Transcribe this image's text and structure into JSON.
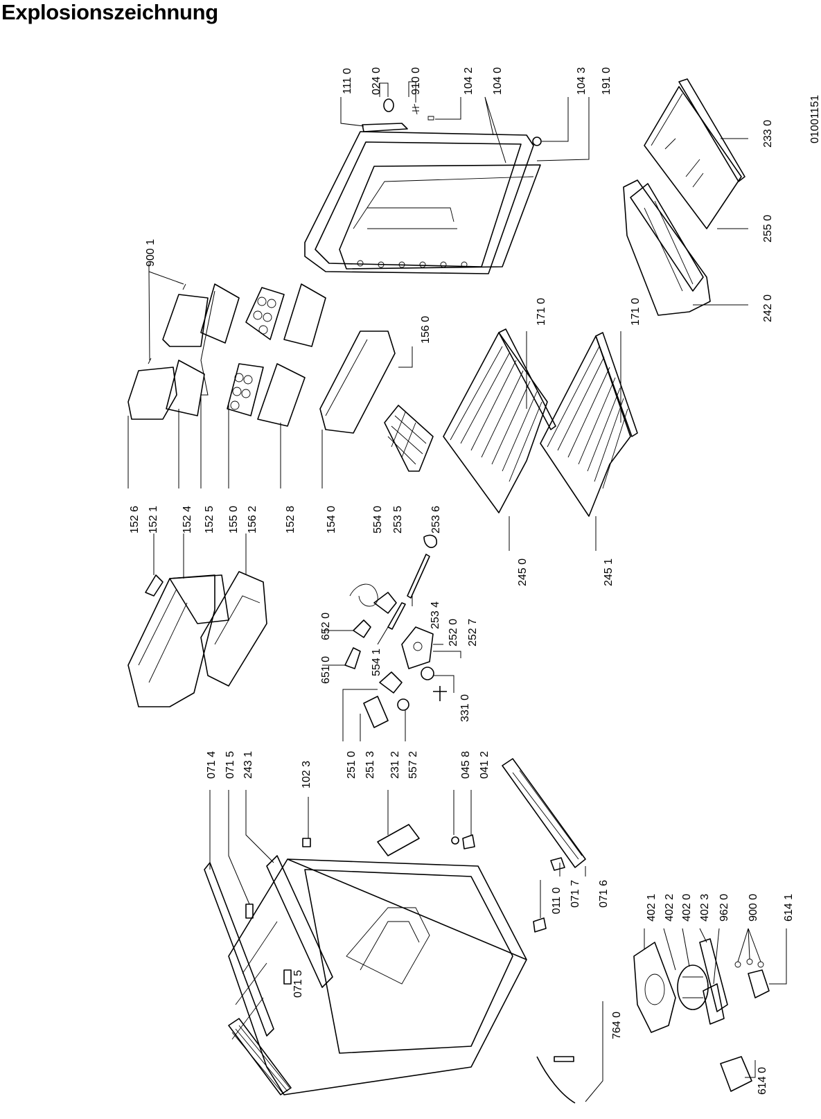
{
  "title": "Explosionszeichnung",
  "document_id": "01001151",
  "part_labels": {
    "p1526": "152 6",
    "p1521": "152 1",
    "p1524": "152 4",
    "p1525": "152 5",
    "p1550": "155 0",
    "p1562": "156 2",
    "p1528": "152 8",
    "p1540": "154 0",
    "p5540": "554 0",
    "p2535": "253 5",
    "p2536": "253 6",
    "p1110": "111 0",
    "p0240": "024 0",
    "p9100": "910 0",
    "p1042": "104 2",
    "p1040": "104 0",
    "p1043": "104 3",
    "p1910": "191 0",
    "p9001a": "900 1",
    "p1560": "156 0",
    "p1710a": "171 0",
    "p1710b": "171 0",
    "p2330": "233 0",
    "p2550": "255 0",
    "p2420": "242 0",
    "p2450": "245 0",
    "p2451": "245 1",
    "p6520": "652 0",
    "p6510": "651 0",
    "p5541": "554 1",
    "p2534": "253 4",
    "p2520": "252 0",
    "p2527": "252 7",
    "p3310": "331 0",
    "p2510": "251 0",
    "p2513": "251 3",
    "p2312": "231 2",
    "p5572": "557 2",
    "p0458": "045 8",
    "p0412": "041 2",
    "p0714": "071 4",
    "p0715a": "071 5",
    "p2431": "243 1",
    "p1023": "102 3",
    "p0715b": "071 5",
    "p0110": "011 0",
    "p0717": "071 7",
    "p0716": "071 6",
    "p7640": "764 0",
    "p4021": "402 1",
    "p4022": "402 2",
    "p4020": "402 0",
    "p4023": "402 3",
    "p9620": "962 0",
    "p9000": "900 0",
    "p6141": "614 1",
    "p6140": "614 0"
  }
}
